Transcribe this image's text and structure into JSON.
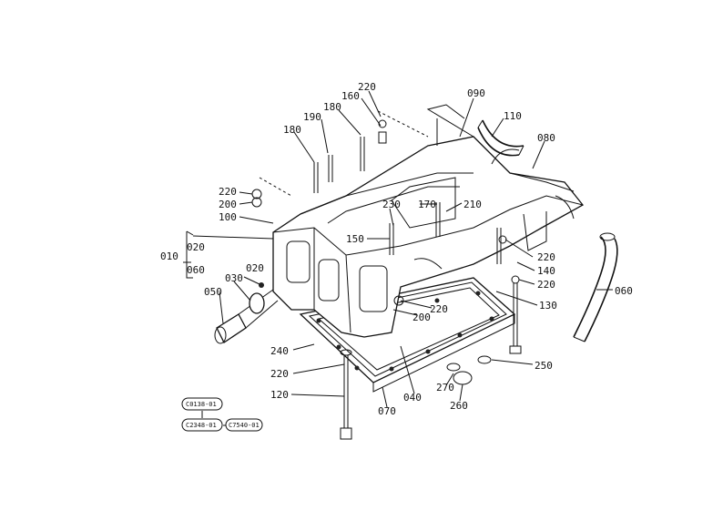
{
  "callouts": {
    "c220_top": "220",
    "c160": "160",
    "c090": "090",
    "c190": "190",
    "c180_a": "180",
    "c180_b": "180",
    "c110": "110",
    "c080": "080",
    "c220_l": "220",
    "c200_l": "200",
    "c100": "100",
    "c230": "230",
    "c170": "170",
    "c210": "210",
    "c150": "150",
    "c010": "010",
    "c020_a": "020",
    "c060_a": "060",
    "c020_b": "020",
    "c030": "030",
    "c050": "050",
    "c220_r1": "220",
    "c140": "140",
    "c220_r2": "220",
    "c060_b": "060",
    "c130": "130",
    "c220_m": "220",
    "c200_m": "200",
    "c240": "240",
    "c220_b": "220",
    "c250": "250",
    "c270": "270",
    "c120": "120",
    "c040": "040",
    "c070": "070",
    "c260": "260"
  },
  "reference_codes": {
    "top": "C0138-01",
    "bottom_left": "C2348-01",
    "bottom_right": "C7540-01"
  }
}
